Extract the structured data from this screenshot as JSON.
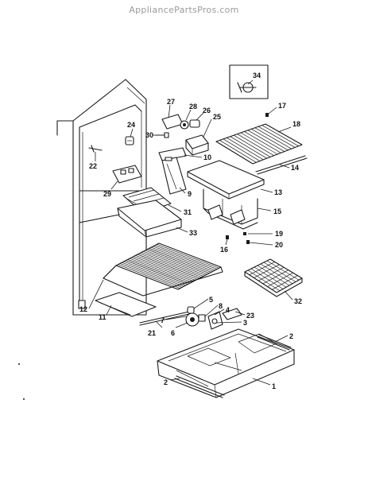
{
  "watermark": "AppliancePartsPros.com",
  "callouts": {
    "c34": "34",
    "c17": "17",
    "c27": "27",
    "c28": "28",
    "c26": "26",
    "c25": "25",
    "c24": "24",
    "c18": "18",
    "c30": "30",
    "c10": "10",
    "c22": "22",
    "c14": "14",
    "c29": "29",
    "c9": "9",
    "c13": "13",
    "c31": "31",
    "c15": "15",
    "c33": "33",
    "c19": "19",
    "c16": "16",
    "c20": "20",
    "c32": "32",
    "c12": "12",
    "c11": "11",
    "c5": "5",
    "c8": "8",
    "c7": "7",
    "c4": "4",
    "c23": "23",
    "c6": "6",
    "c3": "3",
    "c21": "21",
    "c2a": "2",
    "c2b": "2",
    "c1": "1"
  }
}
